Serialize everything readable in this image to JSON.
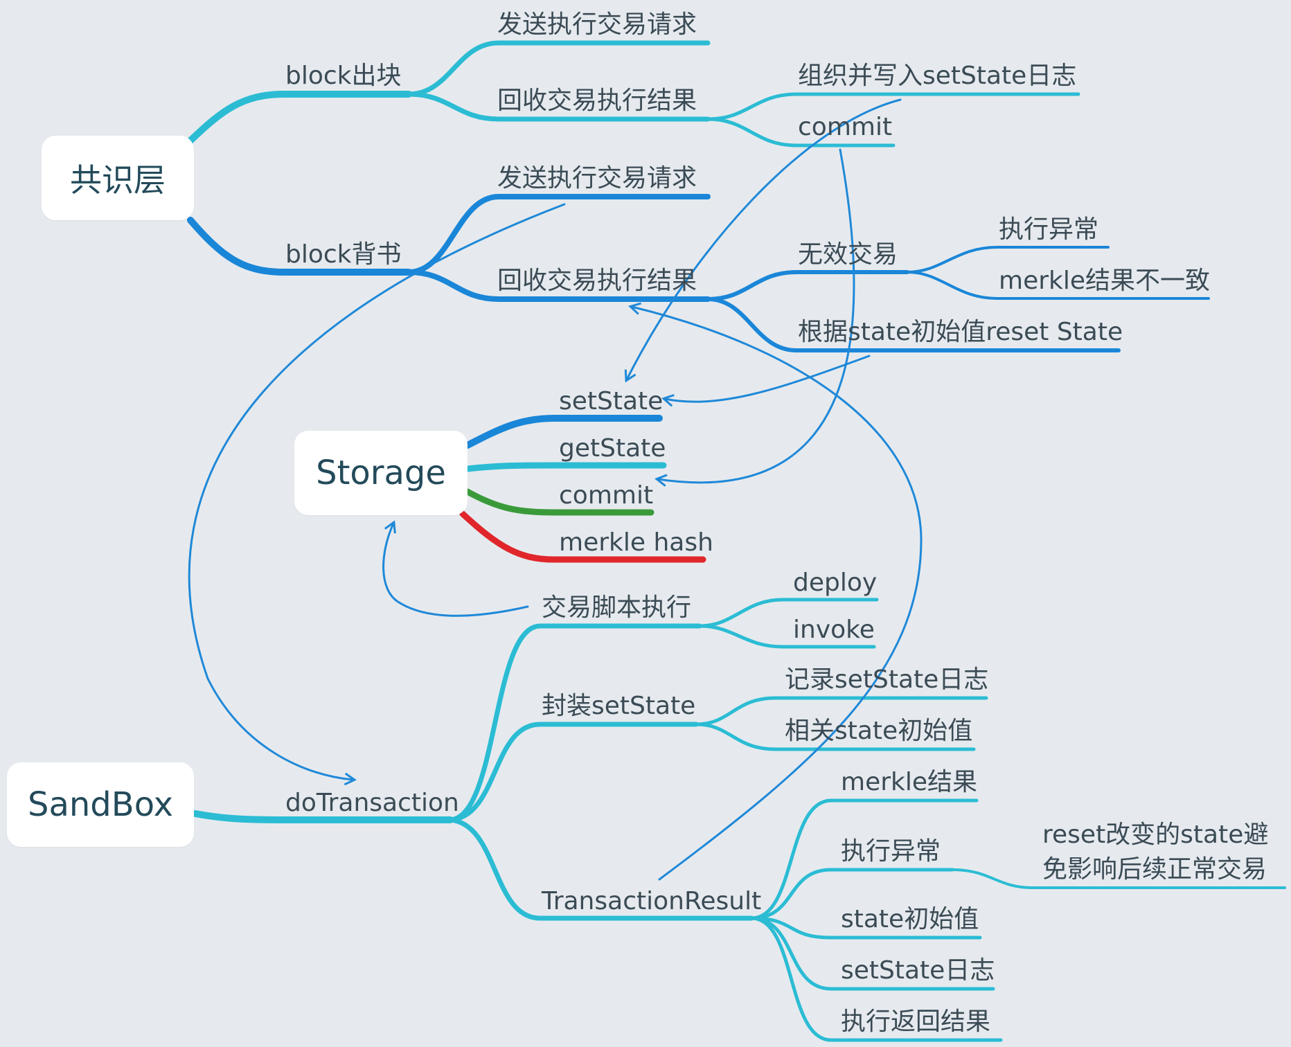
{
  "roots": {
    "consensus": "共识层",
    "storage": "Storage",
    "sandbox": "SandBox"
  },
  "consensus": {
    "block_out": {
      "label": "block出块",
      "send_request": "发送执行交易请求",
      "collect_result": "回收交易执行结果",
      "organize_log": "组织并写入setState日志",
      "commit": "commit"
    },
    "block_endorse": {
      "label": "block背书",
      "send_request": "发送执行交易请求",
      "collect_result": "回收交易执行结果",
      "invalid_tx": "无效交易",
      "exec_error": "执行异常",
      "merkle_mismatch": "merkle结果不一致",
      "reset_state": "根据state初始值reset State"
    }
  },
  "storage": {
    "set_state": "setState",
    "get_state": "getState",
    "commit": "commit",
    "merkle_hash": "merkle hash"
  },
  "sandbox": {
    "do_transaction": "doTransaction",
    "script_exec": "交易脚本执行",
    "deploy": "deploy",
    "invoke": "invoke",
    "wrap_set_state": "封装setState",
    "record_log": "记录setState日志",
    "related_initial": "相关state初始值",
    "tx_result": "TransactionResult",
    "merkle_result": "merkle结果",
    "exec_error": "执行异常",
    "reset_note_line1": "reset改变的state避",
    "reset_note_line2": "免影响后续正常交易",
    "state_initial": "state初始值",
    "set_state_log": "setState日志",
    "return_result": "执行返回结果"
  },
  "colors": {
    "background": "#e6eaee",
    "teal_branch": "#2bbcd4",
    "blue_branch": "#1a86d8",
    "green_branch": "#3a9a3a",
    "red_branch": "#e0262b",
    "arrow": "#1f88d8",
    "text": "#3b4b55",
    "root_text": "#234a5a"
  }
}
